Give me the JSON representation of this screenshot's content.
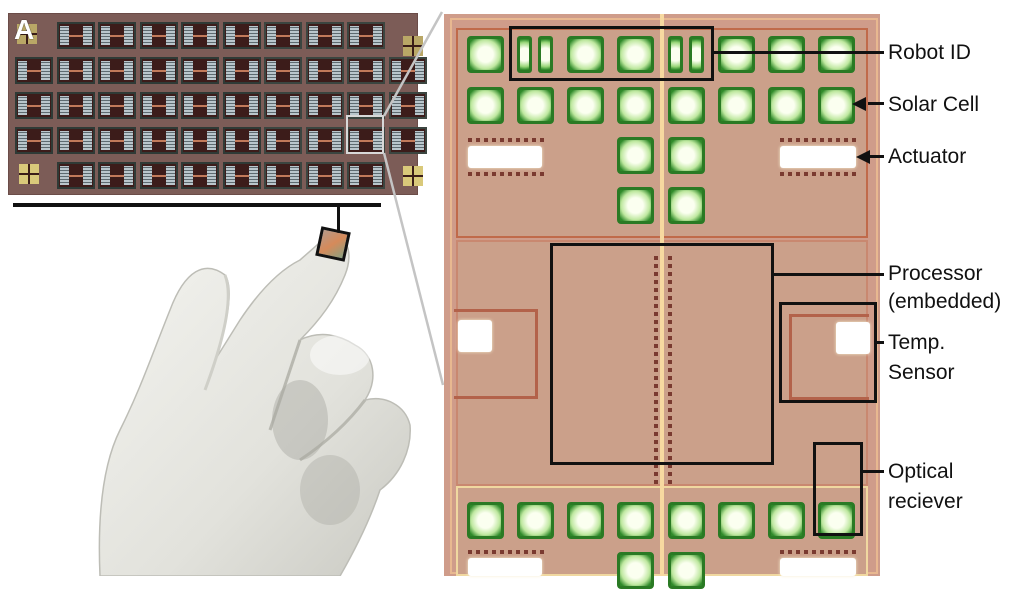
{
  "figure": {
    "panel_letter": "A",
    "colors": {
      "wafer": "#7c5c57",
      "chip_die": "#cf9c8a",
      "solar_cell_green": "#2a7a24",
      "callout": "#111111",
      "zoom_line": "#bfbfbf"
    }
  },
  "wafer": {
    "rows": 5,
    "columns": 10,
    "description": "Wafer of microrobot dies with four alignment crosses in corners"
  },
  "chip": {
    "solar_cell_rows": [
      "top: 8 cells (2 split Robot ID cells)",
      "second: 8 cells",
      "center column: 2x2 cells",
      "bottom: 8 cells"
    ]
  },
  "labels": {
    "robot_id": "Robot ID",
    "solar_cell": "Solar Cell",
    "actuator": "Actuator",
    "processor_line1": "Processor",
    "processor_line2": "(embedded)",
    "temp_line1": "Temp.",
    "temp_line2": "Sensor",
    "optical_line1": "Optical",
    "optical_line2": "reciever"
  }
}
